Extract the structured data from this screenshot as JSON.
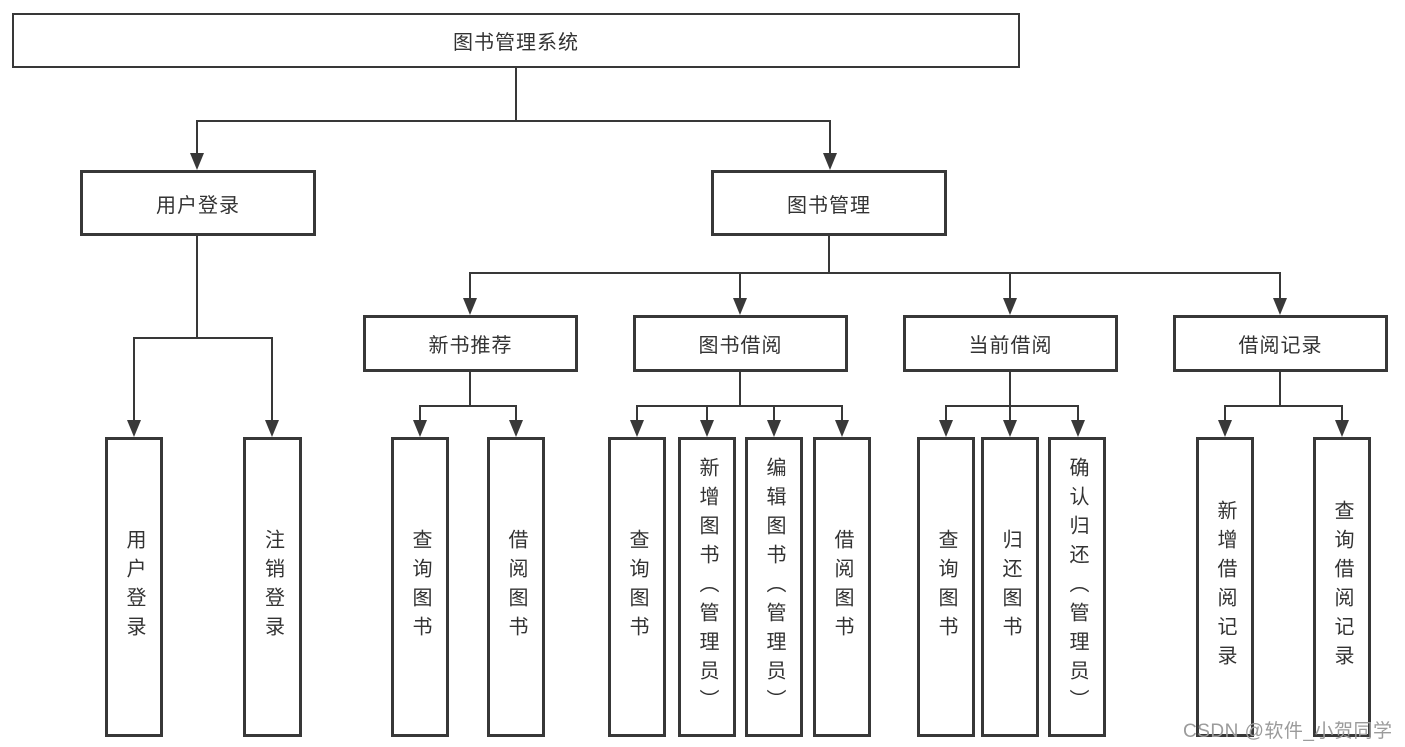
{
  "diagram": {
    "root": {
      "label": "图书管理系统"
    },
    "user_login": {
      "label": "用户登录",
      "children": [
        "用户登录",
        "注销登录"
      ]
    },
    "book_management": {
      "label": "图书管理",
      "sections": {
        "new_books": {
          "label": "新书推荐",
          "children": [
            "查询图书",
            "借阅图书"
          ]
        },
        "book_borrow": {
          "label": "图书借阅",
          "children": [
            "查询图书",
            "新增图书（管理员）",
            "编辑图书（管理员）",
            "借阅图书"
          ]
        },
        "current_borrow": {
          "label": "当前借阅",
          "children": [
            "查询图书",
            "归还图书",
            "确认归还（管理员）"
          ]
        },
        "borrow_records": {
          "label": "借阅记录",
          "children": [
            "新增借阅记录",
            "查询借阅记录"
          ]
        }
      }
    },
    "watermark": "CSDN @软件_小贺同学",
    "colors": {
      "line": "#383838",
      "text": "#333333",
      "watermark": "#9b9b9b",
      "background": "#ffffff"
    }
  }
}
